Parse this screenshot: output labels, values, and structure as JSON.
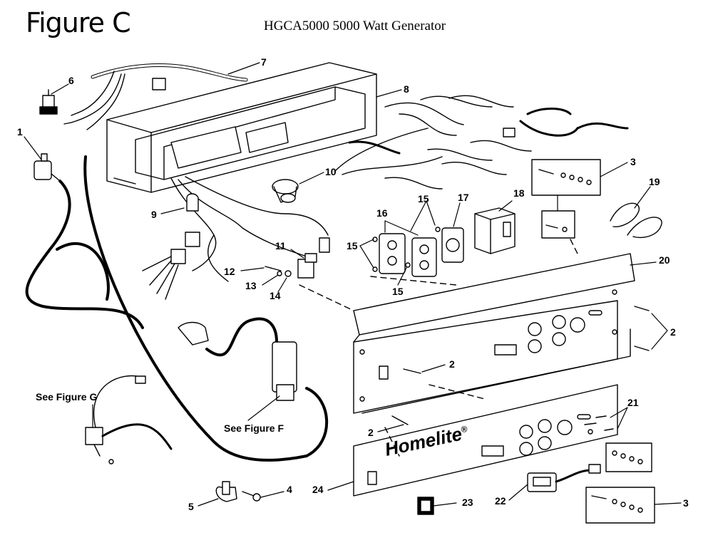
{
  "title": "Figure C",
  "subtitle": "HGCA5000 5000 Watt Generator",
  "brand_label": "Homelite",
  "brand_trademark": "®",
  "reference_labels": {
    "figure_g": "See Figure G",
    "figure_f": "See Figure F"
  },
  "callouts": [
    {
      "id": "c1",
      "number": "1"
    },
    {
      "id": "c2a",
      "number": "2"
    },
    {
      "id": "c2b",
      "number": "2"
    },
    {
      "id": "c2c",
      "number": "2"
    },
    {
      "id": "c3a",
      "number": "3"
    },
    {
      "id": "c3b",
      "number": "3"
    },
    {
      "id": "c4",
      "number": "4"
    },
    {
      "id": "c5",
      "number": "5"
    },
    {
      "id": "c6",
      "number": "6"
    },
    {
      "id": "c7",
      "number": "7"
    },
    {
      "id": "c8",
      "number": "8"
    },
    {
      "id": "c9",
      "number": "9"
    },
    {
      "id": "c10",
      "number": "10"
    },
    {
      "id": "c11",
      "number": "11"
    },
    {
      "id": "c12",
      "number": "12"
    },
    {
      "id": "c13",
      "number": "13"
    },
    {
      "id": "c14",
      "number": "14"
    },
    {
      "id": "c15a",
      "number": "15"
    },
    {
      "id": "c15b",
      "number": "15"
    },
    {
      "id": "c15c",
      "number": "15"
    },
    {
      "id": "c16",
      "number": "16"
    },
    {
      "id": "c17",
      "number": "17"
    },
    {
      "id": "c18",
      "number": "18"
    },
    {
      "id": "c19",
      "number": "19"
    },
    {
      "id": "c20",
      "number": "20"
    },
    {
      "id": "c21",
      "number": "21"
    },
    {
      "id": "c22",
      "number": "22"
    },
    {
      "id": "c23",
      "number": "23"
    },
    {
      "id": "c24",
      "number": "24"
    }
  ],
  "colors": {
    "line": "#000000",
    "background": "#ffffff"
  }
}
